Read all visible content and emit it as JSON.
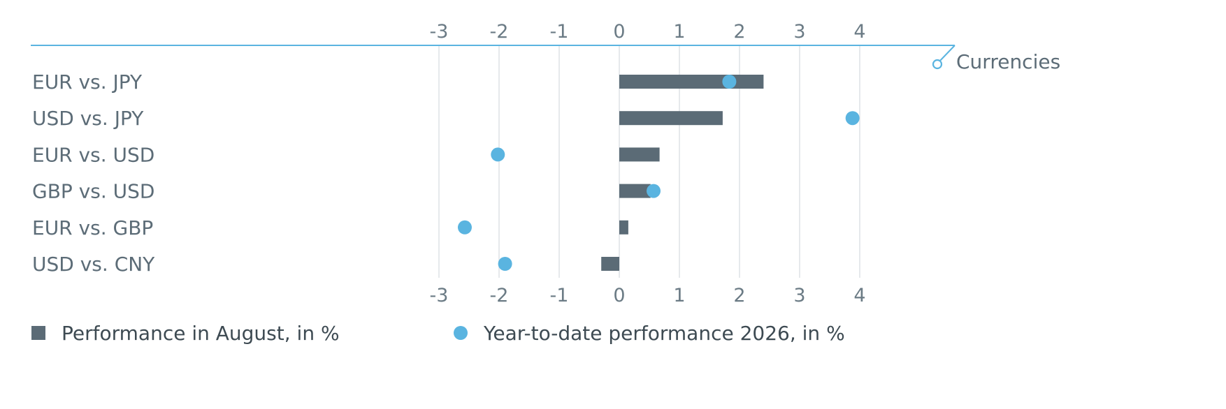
{
  "chart_data": {
    "type": "bar",
    "title": "Currencies",
    "categories": [
      "EUR vs. JPY",
      "USD vs. JPY",
      "EUR vs. USD",
      "GBP vs. USD",
      "EUR vs. GBP",
      "USD vs. CNY"
    ],
    "series": [
      {
        "name": "Performance in August, in %",
        "mark": "bar",
        "color": "#5b6b76",
        "values": [
          2.4,
          1.72,
          0.67,
          0.52,
          0.15,
          -0.3
        ]
      },
      {
        "name": "Year-to-date performance 2026, in %",
        "mark": "dot",
        "color": "#5ab4e0",
        "values": [
          1.83,
          3.88,
          -2.02,
          0.57,
          -2.57,
          -1.9
        ]
      }
    ],
    "xlim": [
      -3,
      4
    ],
    "xticks": [
      "-3",
      "-2",
      "-1",
      "0",
      "1",
      "2",
      "3",
      "4"
    ],
    "orientation": "horizontal",
    "grid": "vertical",
    "legend": "bottom",
    "accent_color": "#5ab4e0",
    "grid_color": "#dde2e6"
  }
}
